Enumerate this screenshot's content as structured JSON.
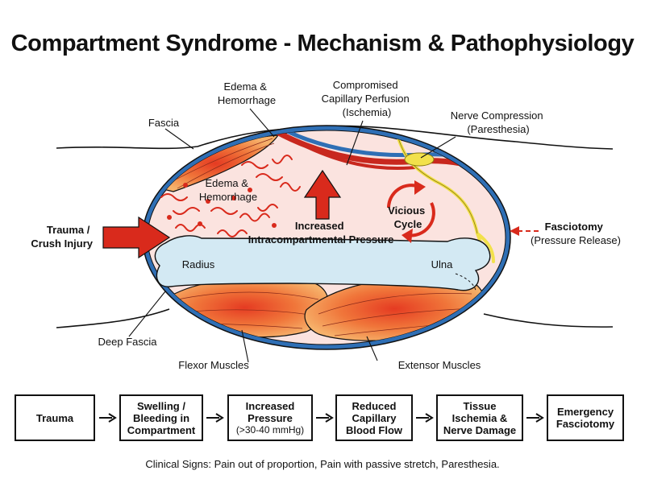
{
  "title": "Compartment Syndrome - Mechanism & Pathophysiology",
  "labels": {
    "fascia": "Fascia",
    "edema_top": [
      "Edema &",
      "Hemorrhage"
    ],
    "capillary": [
      "Compromised",
      "Capillary Perfusion",
      "(Ischemia)"
    ],
    "nerve": [
      "Nerve Compression",
      "(Paresthesia)"
    ],
    "edema_inner": [
      "Edema &",
      "Hemorrhage"
    ],
    "vicious": [
      "Vicious",
      "Cycle"
    ],
    "trauma": [
      "Trauma /",
      "Crush Injury"
    ],
    "pressure": [
      "Increased",
      "Intracompartmental Pressure"
    ],
    "fasciotomy": [
      "Fasciotomy",
      "(Pressure Release)"
    ],
    "radius": "Radius",
    "ulna": "Ulna",
    "deep_fascia": "Deep Fascia",
    "flexor": "Flexor Muscles",
    "extensor": "Extensor Muscles"
  },
  "flow": [
    {
      "title": "Trauma",
      "sub": ""
    },
    {
      "title": "Swelling /\nBleeding in\nCompartment",
      "sub": ""
    },
    {
      "title": "Increased\nPressure",
      "sub": "(>30-40 mmHg)"
    },
    {
      "title": "Reduced\nCapillary\nBlood Flow",
      "sub": ""
    },
    {
      "title": "Tissue\nIschemia &\nNerve Damage",
      "sub": ""
    },
    {
      "title": "Emergency\nFasciotomy",
      "sub": ""
    }
  ],
  "clinical": "Clinical Signs: Pain out of proportion, Pain with passive stretch, Paresthesia.",
  "colors": {
    "fascia_blue": "#2f6fb5",
    "tissue_pink": "#fbe3df",
    "muscle_red": "#e53b22",
    "muscle_orange": "#f39a3b",
    "bone": "#d3e9f3",
    "nerve_yellow": "#f2e14b",
    "arrow_red": "#d92a1c"
  }
}
